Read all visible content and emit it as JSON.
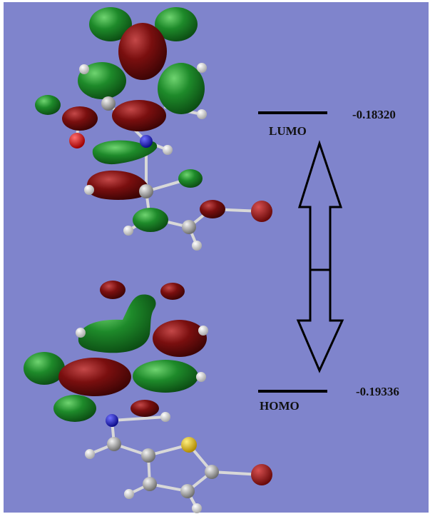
{
  "colors": {
    "background": "#7f84cc",
    "lobe_positive": "#1e8a2a",
    "lobe_negative": "#7a0f0f",
    "carbon": "#9a9a9a",
    "hydrogen": "#e6e6e6",
    "nitrogen": "#1818c0",
    "oxygen": "#e01010",
    "bromine": "#a01818",
    "sulfur": "#e0c020",
    "bond": "#d8d8d8",
    "ink": "#000000"
  },
  "levels": {
    "lumo": {
      "label": "LUMO",
      "energy": "-0.18320"
    },
    "homo": {
      "label": "HOMO",
      "energy": "-0.19336"
    }
  },
  "arrow": {
    "type": "double-headed",
    "icon": "double-arrow-icon"
  },
  "orbitals": {
    "lumo_icon": "lumo-orbital-icon",
    "homo_icon": "homo-orbital-icon"
  }
}
